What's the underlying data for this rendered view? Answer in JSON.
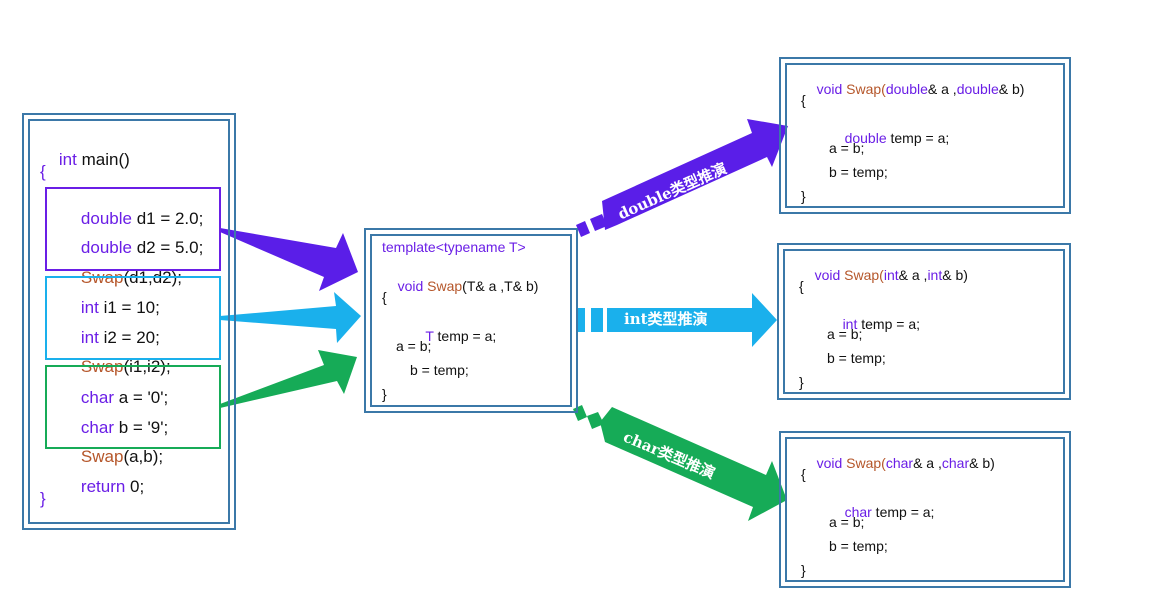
{
  "main_function": {
    "header": "int main()",
    "header_kw": "int",
    "header_rest": " main()",
    "open_brace": "{",
    "close_brace": "}",
    "double_group": {
      "line1_kw": "double",
      "line1_rest": " d1 = 2.0;",
      "line2_kw": "double",
      "line2_rest": " d2 = 5.0;",
      "call_fn": "Swap",
      "call_args": "(d1,d2);"
    },
    "int_group": {
      "line1_kw": "int",
      "line1_rest": " i1 = 10;",
      "line2_kw": "int",
      "line2_rest": " i2 = 20;",
      "call_fn": "Swap",
      "call_args": "(i1,i2);"
    },
    "char_group": {
      "line1_kw": "char",
      "line1_rest": " a = '0';",
      "line2_kw": "char",
      "line2_rest": " b = '9';",
      "call_fn": "Swap",
      "call_args": "(a,b);"
    },
    "return_kw": "return",
    "return_rest": " 0;"
  },
  "template_function": {
    "line1_kw": "template<typename T>",
    "line2_void": "void ",
    "line2_fn": "Swap",
    "line2_rest": "(T& a ,T& b)",
    "open_brace": "{",
    "line4_type": "T",
    "line4_rest": " temp = a;",
    "line5": "a = b;",
    "line6": "b = temp;",
    "close_brace": "}"
  },
  "deduction_labels": {
    "double": "double类型推演",
    "int": "int类型推演",
    "char": "char类型推演"
  },
  "instances": {
    "double": {
      "void": "void ",
      "fn": "Swap",
      "p1": "(",
      "t1": "double",
      "p2": "& a ,",
      "t2": "double",
      "p3": "& b)",
      "open": "{",
      "temp_type": "double",
      "temp_rest": " temp = a;",
      "l4": "a = b;",
      "l5": "b = temp;",
      "close": "}"
    },
    "int": {
      "void": "void ",
      "fn": "Swap",
      "p1": "(",
      "t1": "int",
      "p2": "& a ,",
      "t2": "int",
      "p3": "& b)",
      "open": "{",
      "temp_type": "int",
      "temp_rest": " temp = a;",
      "l4": "a = b;",
      "l5": "b = temp;",
      "close": "}"
    },
    "char": {
      "void": "void ",
      "fn": "Swap",
      "p1": "(",
      "t1": "char",
      "p2": "& a ,",
      "t2": "char",
      "p3": "& b)",
      "open": "{",
      "temp_type": "char",
      "temp_rest": " temp = a;",
      "l4": "a = b;",
      "l5": "b = temp;",
      "close": "}"
    }
  },
  "colors": {
    "box_border": "#3b78a8",
    "double_arrow": "#5a1ee8",
    "int_arrow": "#1ab0ec",
    "char_arrow": "#16ab57",
    "keyword": "#6a1ee6",
    "function_name": "#b5562a"
  }
}
